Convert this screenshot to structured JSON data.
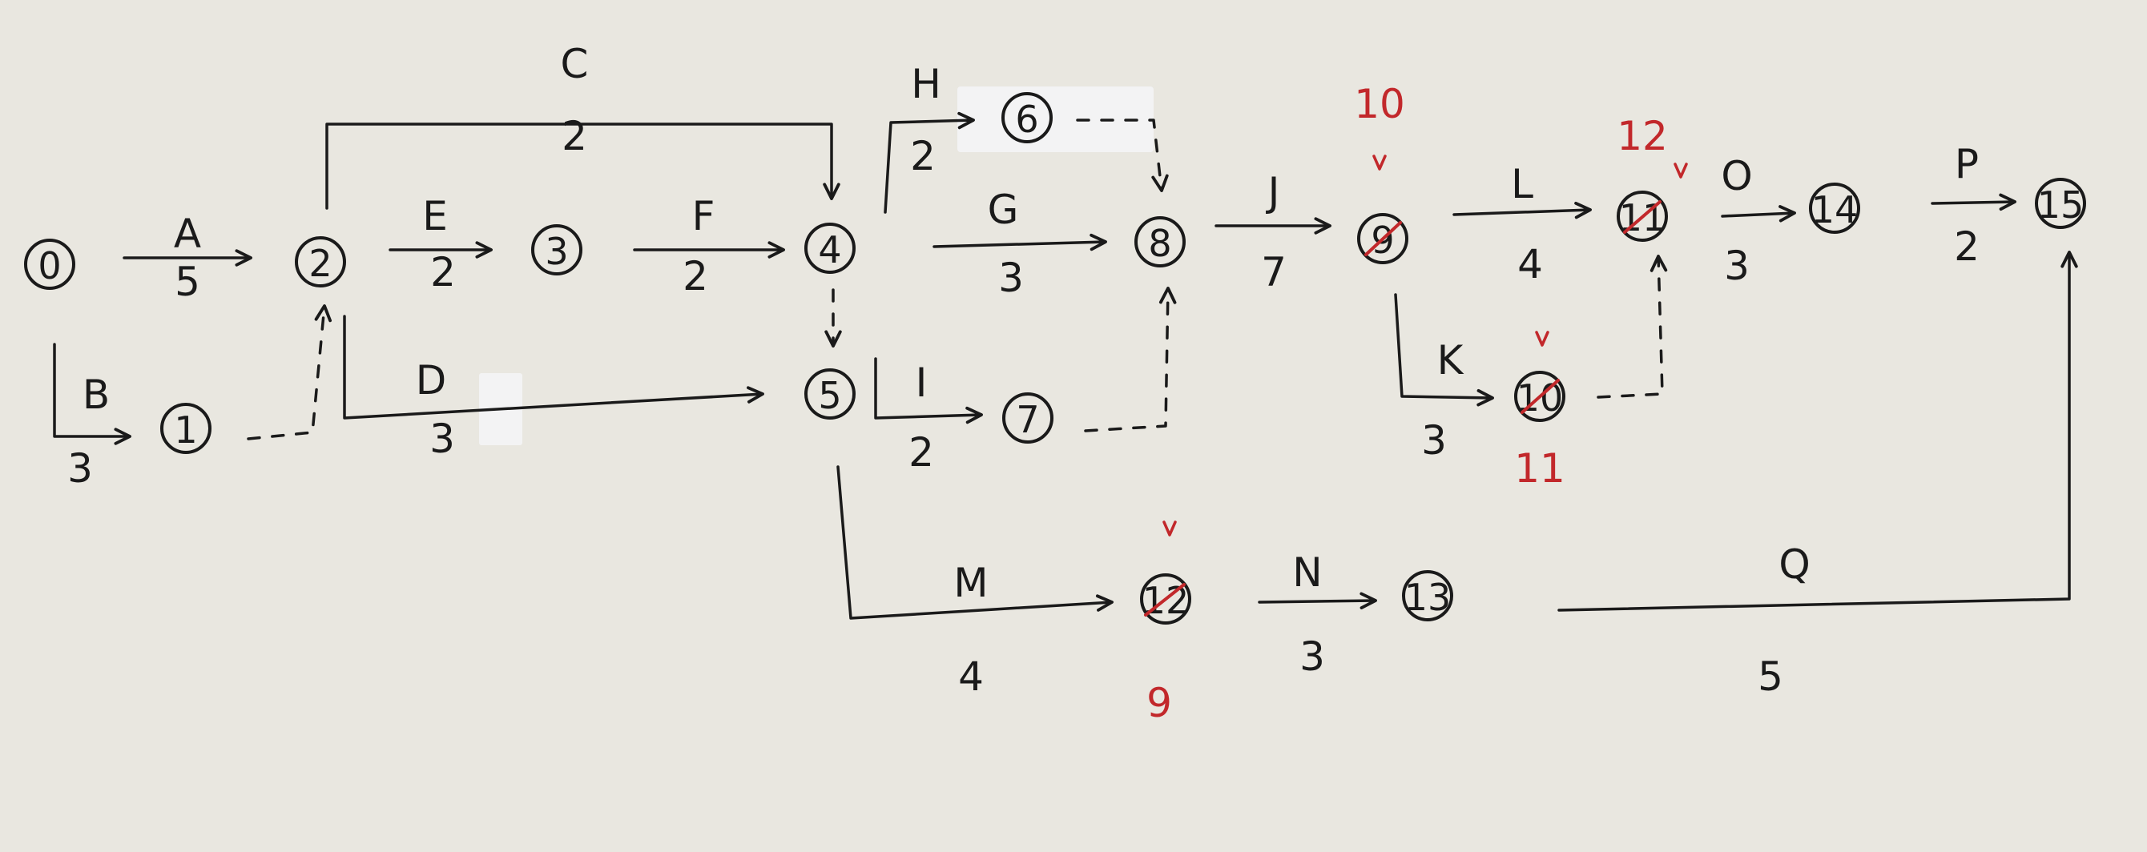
{
  "nodes": [
    {
      "id": "0",
      "label": "0"
    },
    {
      "id": "1",
      "label": "1"
    },
    {
      "id": "2",
      "label": "2"
    },
    {
      "id": "3",
      "label": "3"
    },
    {
      "id": "4",
      "label": "4"
    },
    {
      "id": "5",
      "label": "5"
    },
    {
      "id": "6",
      "label": "6"
    },
    {
      "id": "7",
      "label": "7"
    },
    {
      "id": "8",
      "label": "8"
    },
    {
      "id": "9",
      "label": "9"
    },
    {
      "id": "10",
      "label": "10"
    },
    {
      "id": "11",
      "label": "11"
    },
    {
      "id": "12",
      "label": "12"
    },
    {
      "id": "13",
      "label": "13"
    },
    {
      "id": "14",
      "label": "14"
    },
    {
      "id": "15",
      "label": "15"
    }
  ],
  "edges": [
    {
      "activity": "A",
      "duration": "5",
      "from": "0",
      "to": "2"
    },
    {
      "activity": "B",
      "duration": "3",
      "from": "0",
      "to": "1"
    },
    {
      "activity": "C",
      "duration": "2",
      "from": "2",
      "to": "4"
    },
    {
      "activity": "E",
      "duration": "2",
      "from": "2",
      "to": "3"
    },
    {
      "activity": "F",
      "duration": "2",
      "from": "3",
      "to": "4"
    },
    {
      "activity": "D",
      "duration": "3",
      "from": "2",
      "to": "5"
    },
    {
      "activity": "H",
      "duration": "2",
      "from": "4",
      "to": "6"
    },
    {
      "activity": "G",
      "duration": "3",
      "from": "4",
      "to": "8"
    },
    {
      "activity": "I",
      "duration": "2",
      "from": "5",
      "to": "7"
    },
    {
      "activity": "M",
      "duration": "4",
      "from": "5",
      "to": "12"
    },
    {
      "activity": "J",
      "duration": "7",
      "from": "8",
      "to": "9"
    },
    {
      "activity": "L",
      "duration": "4",
      "from": "9",
      "to": "11"
    },
    {
      "activity": "K",
      "duration": "3",
      "from": "9",
      "to": "10"
    },
    {
      "activity": "N",
      "duration": "3",
      "from": "12",
      "to": "13"
    },
    {
      "activity": "O",
      "duration": "3",
      "from": "11",
      "to": "14"
    },
    {
      "activity": "P",
      "duration": "2",
      "from": "14",
      "to": "15"
    },
    {
      "activity": "Q",
      "duration": "5",
      "from": "13",
      "to": "15"
    }
  ],
  "dummies": [
    {
      "from": "1",
      "to": "2"
    },
    {
      "from": "4",
      "to": "5"
    },
    {
      "from": "6",
      "to": "8"
    },
    {
      "from": "7",
      "to": "8"
    },
    {
      "from": "10",
      "to": "11"
    }
  ],
  "renumbering": [
    {
      "node": "9",
      "new_label": "10"
    },
    {
      "node": "10",
      "new_label": "11"
    },
    {
      "node": "11",
      "new_label": "12"
    },
    {
      "node": "12",
      "new_label": "9"
    }
  ],
  "colors": {
    "ink": "#1a1a1a",
    "correction": "#c2282b",
    "paper": "#e9e7e0"
  }
}
